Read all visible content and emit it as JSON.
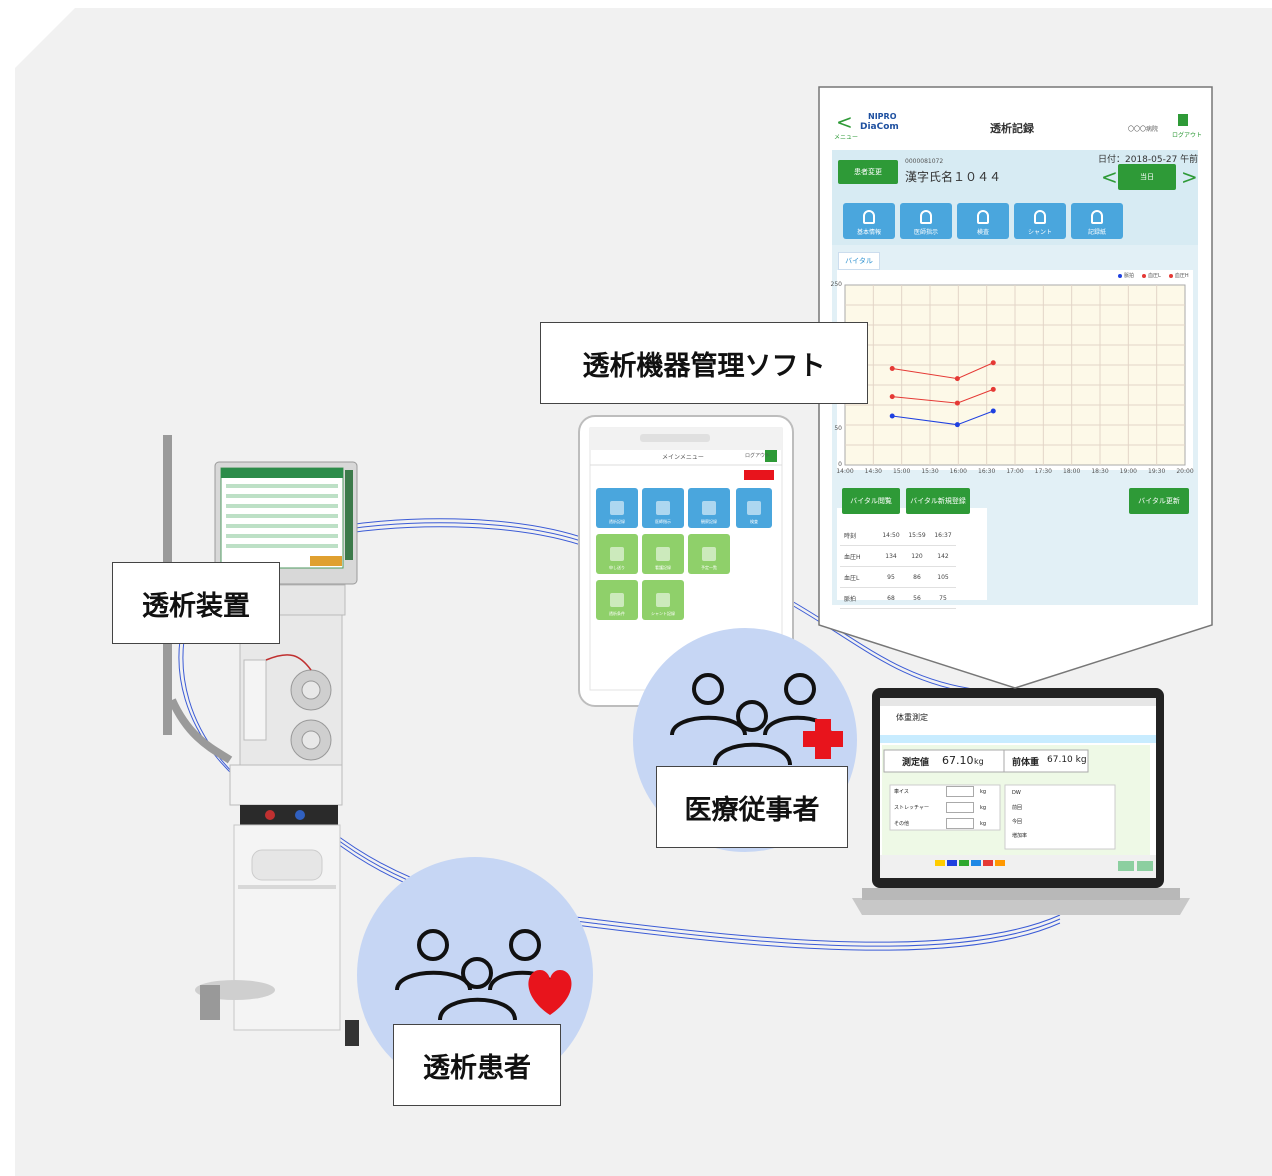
{
  "labels": {
    "software": "透析機器管理ソフト",
    "device": "透析装置",
    "staff": "医療従事者",
    "patient": "透析患者"
  },
  "record_screen": {
    "menu": "メニュー",
    "brand_top": "NIPRO",
    "brand": "DiaCom",
    "title": "透析記録",
    "facility": "〇〇〇病院",
    "logout": "ログアウト",
    "patient_change": "患者変更",
    "patient_id": "0000081072",
    "patient_name": "漢字氏名１０４４",
    "date": "日付：2018-05-27 午前",
    "today": "当日",
    "tabs": [
      "基本情報",
      "医師指示",
      "検査",
      "シャント",
      "記録紙"
    ],
    "vital_tab": "バイタル",
    "legend": [
      "脈拍",
      "血圧L",
      "血圧H"
    ],
    "y_ticks": [
      "250",
      "50",
      "0"
    ],
    "x_ticks": [
      "14:00",
      "14:30",
      "15:00",
      "15:30",
      "16:00",
      "16:30",
      "17:00",
      "17:30",
      "18:00",
      "18:30",
      "19:00",
      "19:30",
      "20:00"
    ],
    "btn_vital_view": "バイタル閲覧",
    "btn_vital_new": "バイタル新規登録",
    "btn_vital_update": "バイタル更新",
    "table_header": [
      "時刻",
      "14:50",
      "15:59",
      "16:37"
    ],
    "table_rows": [
      [
        "血圧H",
        "134",
        "120",
        "142"
      ],
      [
        "血圧L",
        "95",
        "86",
        "105"
      ],
      [
        "脈拍",
        "68",
        "56",
        "75"
      ]
    ]
  },
  "chart_data": {
    "type": "line",
    "x": [
      "14:50",
      "15:59",
      "16:37"
    ],
    "ylim": [
      0,
      250
    ],
    "series": [
      {
        "name": "血圧H",
        "values": [
          134,
          120,
          142
        ],
        "color": "#e53935"
      },
      {
        "name": "血圧L",
        "values": [
          95,
          86,
          105
        ],
        "color": "#e53935"
      },
      {
        "name": "脈拍",
        "values": [
          68,
          56,
          75
        ],
        "color": "#1e40e0"
      }
    ]
  },
  "tablet": {
    "title": "メインメニュー",
    "logout": "ログアウト",
    "tiles": [
      "透析記録",
      "医師指示",
      "観察記録",
      "検査",
      "申し送り",
      "看護記録",
      "予定一覧",
      "透析条件",
      "シャント記録"
    ]
  },
  "laptop": {
    "header": "体重測定",
    "before_label": "測定値",
    "before_value": "67.10",
    "unit": "kg",
    "after_label": "前体重",
    "after_value": "67.10 kg",
    "rows": [
      "車イス",
      "ストレッチャー",
      "その他"
    ],
    "right_col": [
      "DW",
      "前回",
      "今回",
      "増加率"
    ]
  },
  "colors": {
    "green": "#2e9a37",
    "blue_tile": "#4aa6dd",
    "circle": "#c6d6f4",
    "cross": "#e8141c",
    "heart": "#e8141c",
    "cable": "#3b5bd6"
  }
}
